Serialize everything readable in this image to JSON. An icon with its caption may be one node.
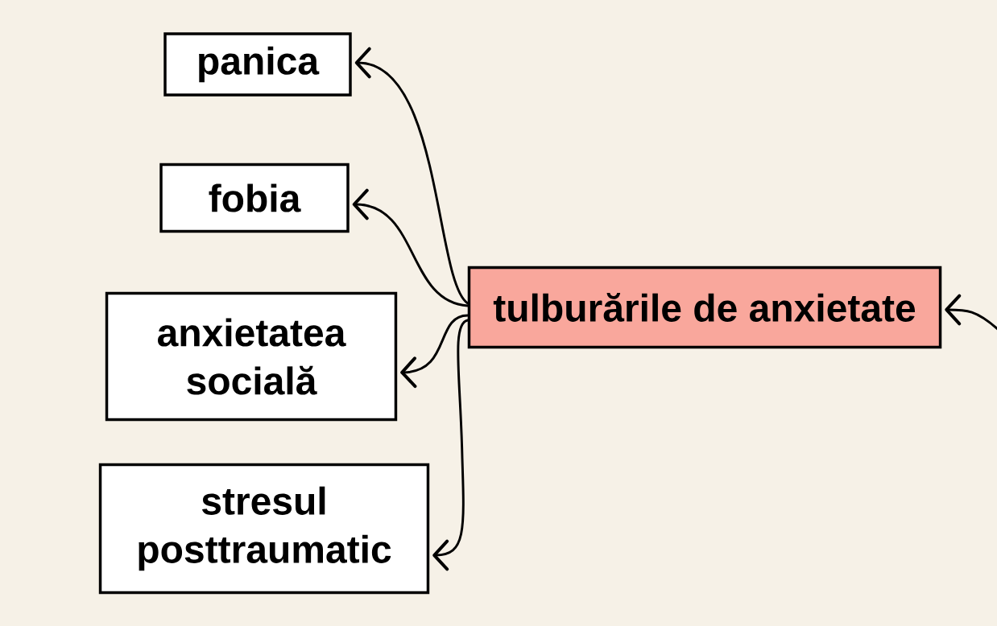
{
  "diagram": {
    "nodes": [
      {
        "text": [
          "panica"
        ]
      },
      {
        "text": [
          "fobia"
        ]
      },
      {
        "text": [
          "tulburările de anxietate"
        ]
      },
      {
        "text": [
          "anxietatea socială"
        ]
      },
      {
        "text": [
          "stresul posttraumatic"
        ]
      }
    ],
    "edges": [
      {
        "from": 2,
        "to": 0,
        "arrow": "to"
      },
      {
        "from": 2,
        "to": 1,
        "arrow": "to"
      },
      {
        "from": 2,
        "to": 3,
        "arrow": "to"
      },
      {
        "from": 2,
        "to": 4,
        "arrow": "to"
      },
      {
        "from": null,
        "to": 2,
        "arrow": "to"
      }
    ]
  }
}
